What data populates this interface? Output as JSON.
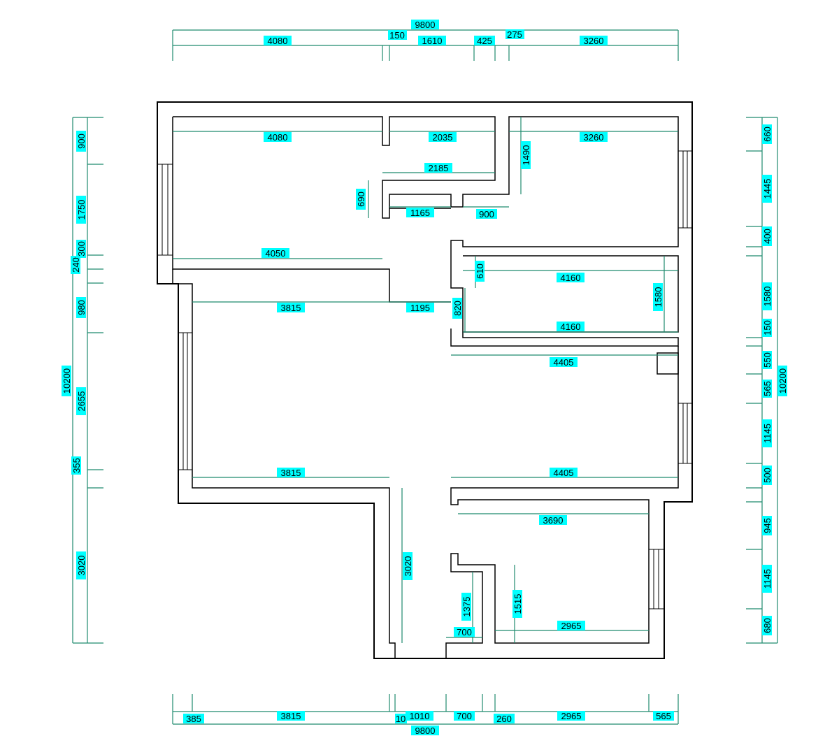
{
  "plan": {
    "label_bg": "#00ffff",
    "dim_line_color": "#1f8a6e",
    "wall_color": "#000000"
  },
  "dims": {
    "top_total": "9800",
    "top_1": "4080",
    "top_2": "150",
    "top_3": "1610",
    "top_4": "425",
    "top_5": "275",
    "top_6": "3260",
    "bottom_total": "9800",
    "bottom_1": "385",
    "bottom_2": "3815",
    "bottom_3": "10",
    "bottom_4": "1010",
    "bottom_5": "700",
    "bottom_6": "260",
    "bottom_7": "2965",
    "bottom_8": "565",
    "left_total": "10200",
    "left_1": "900",
    "left_2": "1750",
    "left_3": "240",
    "left_4": "300",
    "left_5": "980",
    "left_6": "2655",
    "left_7": "355",
    "left_8": "3020",
    "right_total": "10200",
    "right_1": "660",
    "right_2": "1445",
    "right_3": "400",
    "right_4": "1580",
    "right_5": "150",
    "right_6": "550",
    "right_7": "565",
    "right_8": "1145",
    "right_9": "500",
    "right_10": "945",
    "right_11": "1145",
    "right_12": "680",
    "in_top_left_4080": "4080",
    "in_top_2035": "2035",
    "in_top_right_3260": "3260",
    "in_1490": "1490",
    "in_2185": "2185",
    "in_690": "690",
    "in_1165": "1165",
    "in_900": "900",
    "in_4050": "4050",
    "in_3815_a": "3815",
    "in_1195": "1195",
    "in_820": "820",
    "in_610": "610",
    "in_4160_a": "4160",
    "in_1580": "1580",
    "in_4160_b": "4160",
    "in_4405_a": "4405",
    "in_3815_b": "3815",
    "in_4405_b": "4405",
    "in_3690": "3690",
    "in_3020": "3020",
    "in_1375": "1375",
    "in_1515": "1515",
    "in_700": "700",
    "in_2965": "2965"
  }
}
